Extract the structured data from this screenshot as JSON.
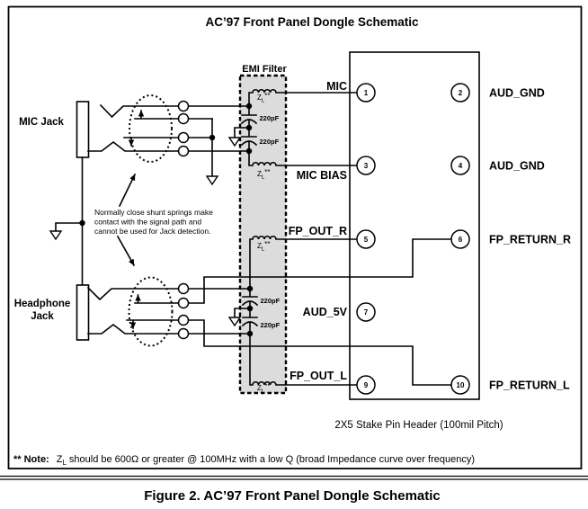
{
  "title": "AC’97 Front Panel Dongle Schematic",
  "figure_caption": "Figure 2.  AC’97 Front Panel Dongle Schematic",
  "emi_filter": {
    "label": "EMI Filter",
    "cap_value": "220pF",
    "inductor": {
      "base": "Z",
      "sub": "L",
      "stars": "**"
    }
  },
  "jacks": {
    "mic_label": "MIC Jack",
    "headphone_label1": "Headphone",
    "headphone_label2": "Jack"
  },
  "shunt_note": {
    "line1": "Normally close shunt springs make",
    "line2": "contact with the signal path and",
    "line3": "cannot be used for Jack detection."
  },
  "header": {
    "caption": "2X5 Stake Pin Header (100mil Pitch)",
    "left_pins": [
      {
        "num": "1",
        "label": "MIC"
      },
      {
        "num": "3",
        "label": "MIC BIAS"
      },
      {
        "num": "5",
        "label": "FP_OUT_R"
      },
      {
        "num": "7",
        "label": "AUD_5V"
      },
      {
        "num": "9",
        "label": "FP_OUT_L"
      }
    ],
    "right_pins": [
      {
        "num": "2",
        "label": "AUD_GND"
      },
      {
        "num": "4",
        "label": "AUD_GND"
      },
      {
        "num": "6",
        "label": "FP_RETURN_R"
      },
      {
        "num": "10",
        "label": "FP_RETURN_L"
      }
    ]
  },
  "bottom_note": {
    "prefix": "** Note:",
    "z": "Z",
    "z_sub": "L",
    "rest": "should be 600Ω or greater @ 100MHz with a low Q (broad Impedance curve over frequency)"
  },
  "colors": {
    "ink": "#000000",
    "filter_fill": "#dcdcdc",
    "background": "#ffffff"
  }
}
